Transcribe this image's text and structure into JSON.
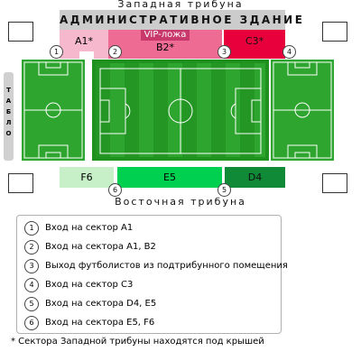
{
  "west_stand_label": "Западная трибуна",
  "east_stand_label": "Восточная трибуна",
  "admin_building": "АДМИНИСТРАТИВНОЕ ЗДАНИЕ",
  "scoreboard": [
    "Т",
    "А",
    "Б",
    "Л",
    "О"
  ],
  "sectors": {
    "A1": "A1*",
    "B2": "B2*",
    "C3": "C3*",
    "vip": "VIP-ложа",
    "F6": "F6",
    "E5": "E5",
    "D4": "D4"
  },
  "colors": {
    "A1": "#f5b8cc",
    "B2": "#ee6c93",
    "C3": "#e8003c",
    "F6": "#c8f0c8",
    "E5": "#00d050",
    "D4": "#118a37",
    "pitch": "#2ea52e",
    "pitch_dark": "#239623",
    "admin": "#cccccc"
  },
  "entries_top": [
    "1",
    "2",
    "3",
    "4"
  ],
  "entries_bottom": [
    "6",
    "5"
  ],
  "legend": [
    {
      "num": "1",
      "text": "Вход на сектор A1"
    },
    {
      "num": "2",
      "text": "Вход на сектора A1, B2"
    },
    {
      "num": "3",
      "text": "Выход футболистов из подтрибунного помещения"
    },
    {
      "num": "4",
      "text": "Вход на сектор C3"
    },
    {
      "num": "5",
      "text": "Вход на сектора D4, E5"
    },
    {
      "num": "6",
      "text": "Вход на сектора E5, F6"
    }
  ],
  "footnote": "* Сектора Западной трибуны находятся под крышей"
}
